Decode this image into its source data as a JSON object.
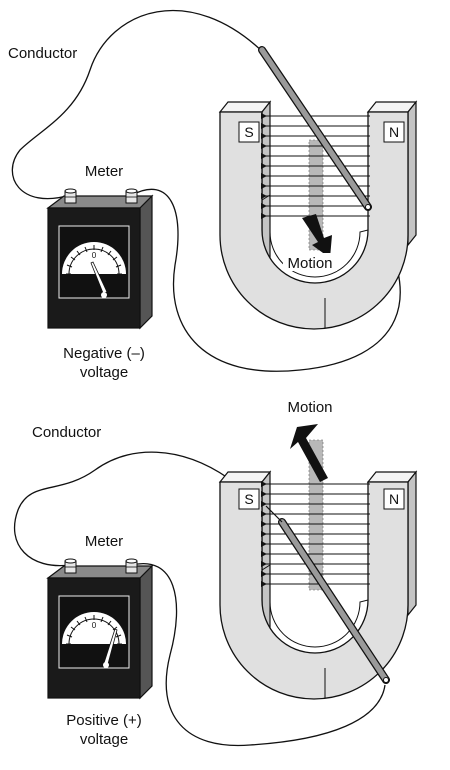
{
  "top_panel": {
    "conductor_label": "Conductor",
    "meter_label": "Meter",
    "motion_label": "Motion",
    "south_label": "S",
    "north_label": "N",
    "dial_zero": "0",
    "voltage_line1": "Negative (–)",
    "voltage_line2": "voltage",
    "motion_direction": "down",
    "needle_side": "negative"
  },
  "bottom_panel": {
    "conductor_label": "Conductor",
    "meter_label": "Meter",
    "motion_label": "Motion",
    "south_label": "S",
    "north_label": "N",
    "dial_zero": "0",
    "voltage_line1": "Positive (+)",
    "voltage_line2": "voltage",
    "motion_direction": "up",
    "needle_side": "positive"
  },
  "colors": {
    "line": "#111111",
    "magnet_front": "#e0e0e0",
    "magnet_side": "#c4c4c4",
    "meter_body": "#1a1a1a",
    "meter_top": "#8a8a8a",
    "motion_band": "#b8b8b8"
  }
}
